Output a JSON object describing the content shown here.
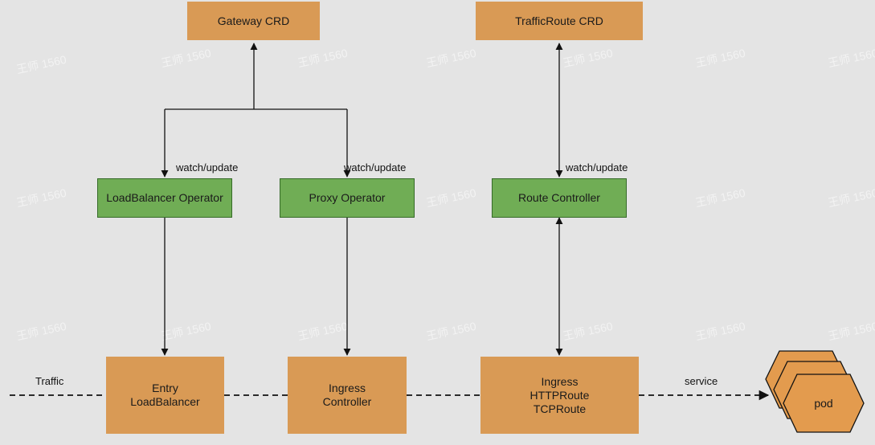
{
  "nodes": {
    "gateway_crd": "Gateway CRD",
    "trafficroute_crd": "TrafficRoute CRD",
    "lb_operator": "LoadBalancer Operator",
    "proxy_operator": "Proxy Operator",
    "route_controller": "Route Controller",
    "entry_lb": "Entry\nLoadBalancer",
    "ingress_controller": "Ingress\nController",
    "ingress_routes": "Ingress\nHTTPRoute\nTCPRoute",
    "pod": "pod"
  },
  "edge_labels": {
    "watch_update_1": "watch/update",
    "watch_update_2": "watch/update",
    "watch_update_3": "watch/update",
    "traffic": "Traffic",
    "service": "service"
  },
  "watermark_text": "王师 1560",
  "colors": {
    "background": "#e4e4e4",
    "orange": "#d99a55",
    "green": "#70ad55",
    "green_border": "#356b28",
    "pod_fill": "#e39b4e",
    "line": "#111111"
  }
}
